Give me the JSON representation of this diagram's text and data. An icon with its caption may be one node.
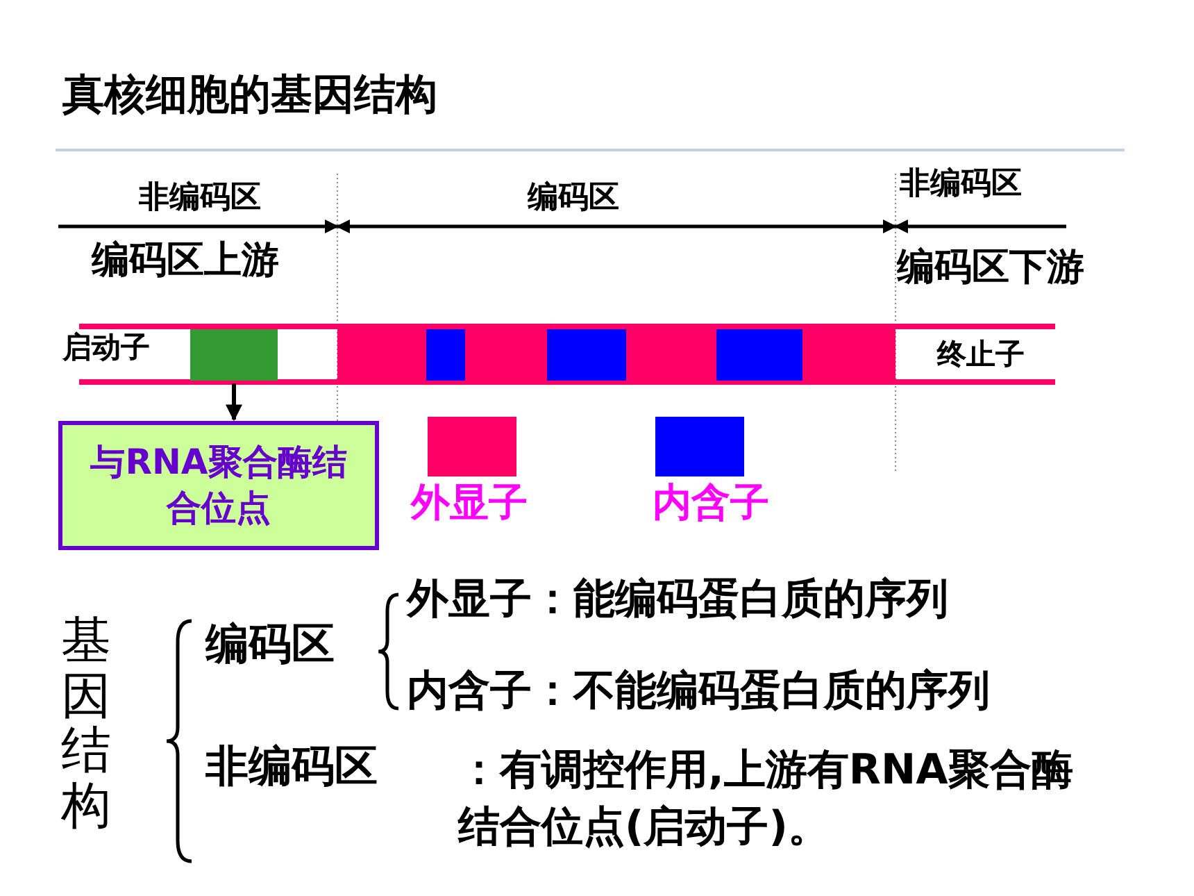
{
  "diagram": {
    "title": "真核细胞的基因结构",
    "nodes": [
      {
        "text": [],
        "shape": "box"
      },
      {
        "text": [
          "与RNA聚合酶结合位点"
        ]
      }
    ],
    "edges": [
      {
        "from": 0,
        "to": 1,
        "arrow": "to"
      }
    ],
    "labels": [
      "非编码区",
      "编码区",
      "非编码区",
      "编码区上游",
      "编码区下游",
      "启动子",
      "终止子",
      "基因结构",
      "编码区",
      "外显子：能编码蛋白质的序列",
      "内含子：不能编码蛋白质的序列",
      "非编码区",
      "：有调控作用,上游有RNA聚合酶结合位点(启动子)。"
    ],
    "legend": [
      {
        "text": "外显子",
        "color": "#ff0066"
      },
      {
        "text": "内含子",
        "color": "#0000ff"
      }
    ]
  }
}
